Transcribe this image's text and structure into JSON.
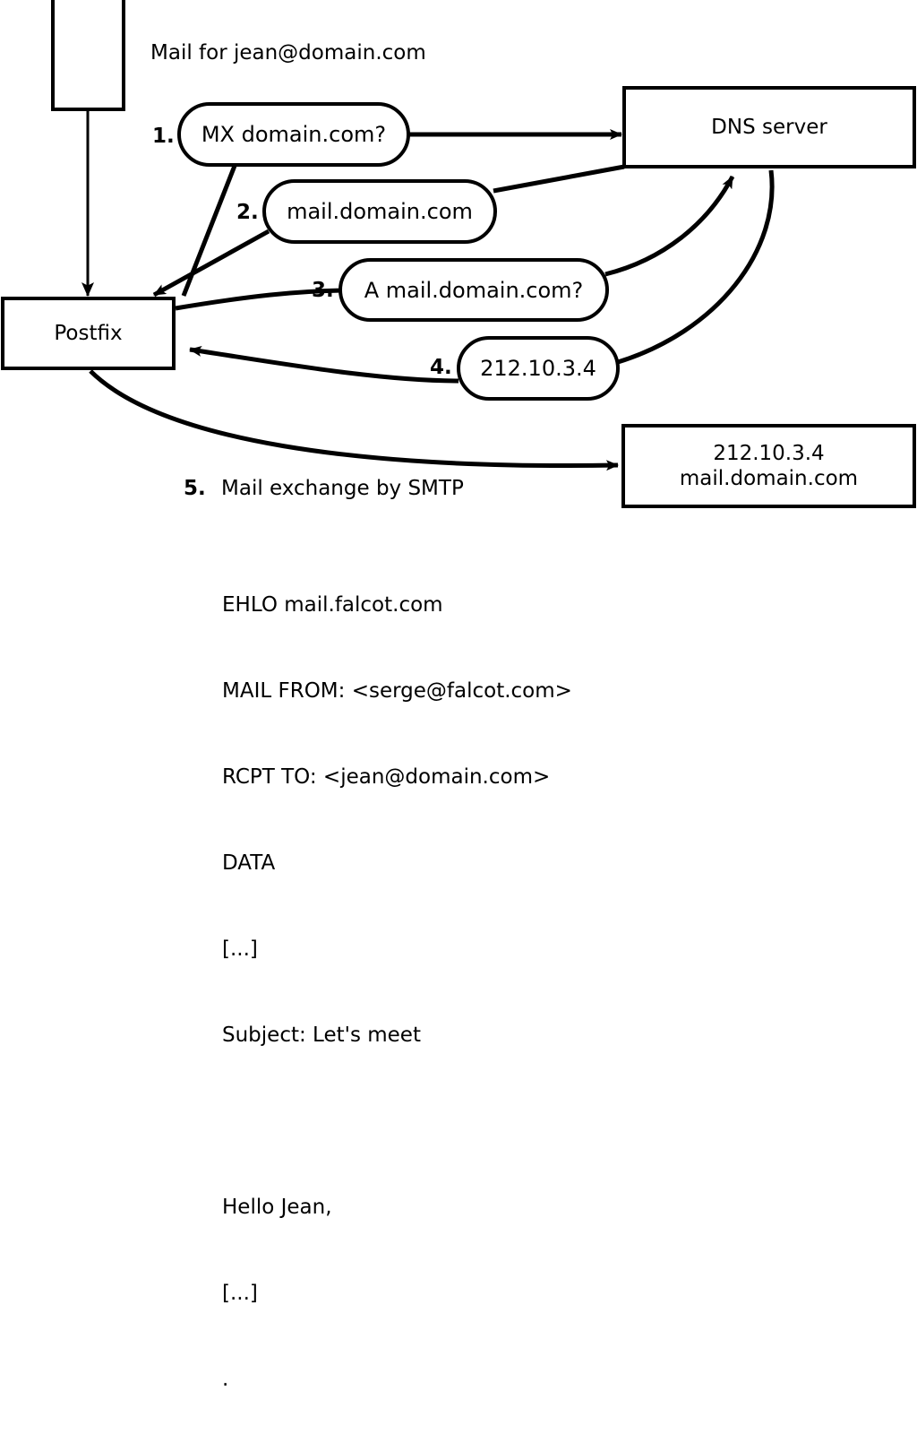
{
  "diagram": {
    "title_note": "Mail for jean@domain.com",
    "nodes": [
      {
        "id": "client",
        "label": ""
      },
      {
        "id": "postfix",
        "label": "Postfix"
      },
      {
        "id": "dns",
        "label": "DNS server"
      },
      {
        "id": "remote_mx",
        "line1": "212.10.3.4",
        "line2": "mail.domain.com"
      }
    ],
    "steps": [
      {
        "num": "1.",
        "bubble": "MX domain.com?"
      },
      {
        "num": "2.",
        "bubble": "mail.domain.com"
      },
      {
        "num": "3.",
        "bubble": "A mail.domain.com?"
      },
      {
        "num": "4.",
        "bubble": "212.10.3.4"
      },
      {
        "num": "5.",
        "text": "Mail exchange by SMTP"
      }
    ],
    "smtp_transcript": [
      "EHLO mail.falcot.com",
      "MAIL FROM: <serge@falcot.com>",
      "RCPT TO: <jean@domain.com>",
      "DATA",
      "[...]",
      "Subject: Let's meet",
      "",
      "Hello Jean,",
      "[...]",
      "."
    ],
    "colors": {
      "stroke": "#000000",
      "background": "#ffffff",
      "text": "#000000"
    }
  }
}
